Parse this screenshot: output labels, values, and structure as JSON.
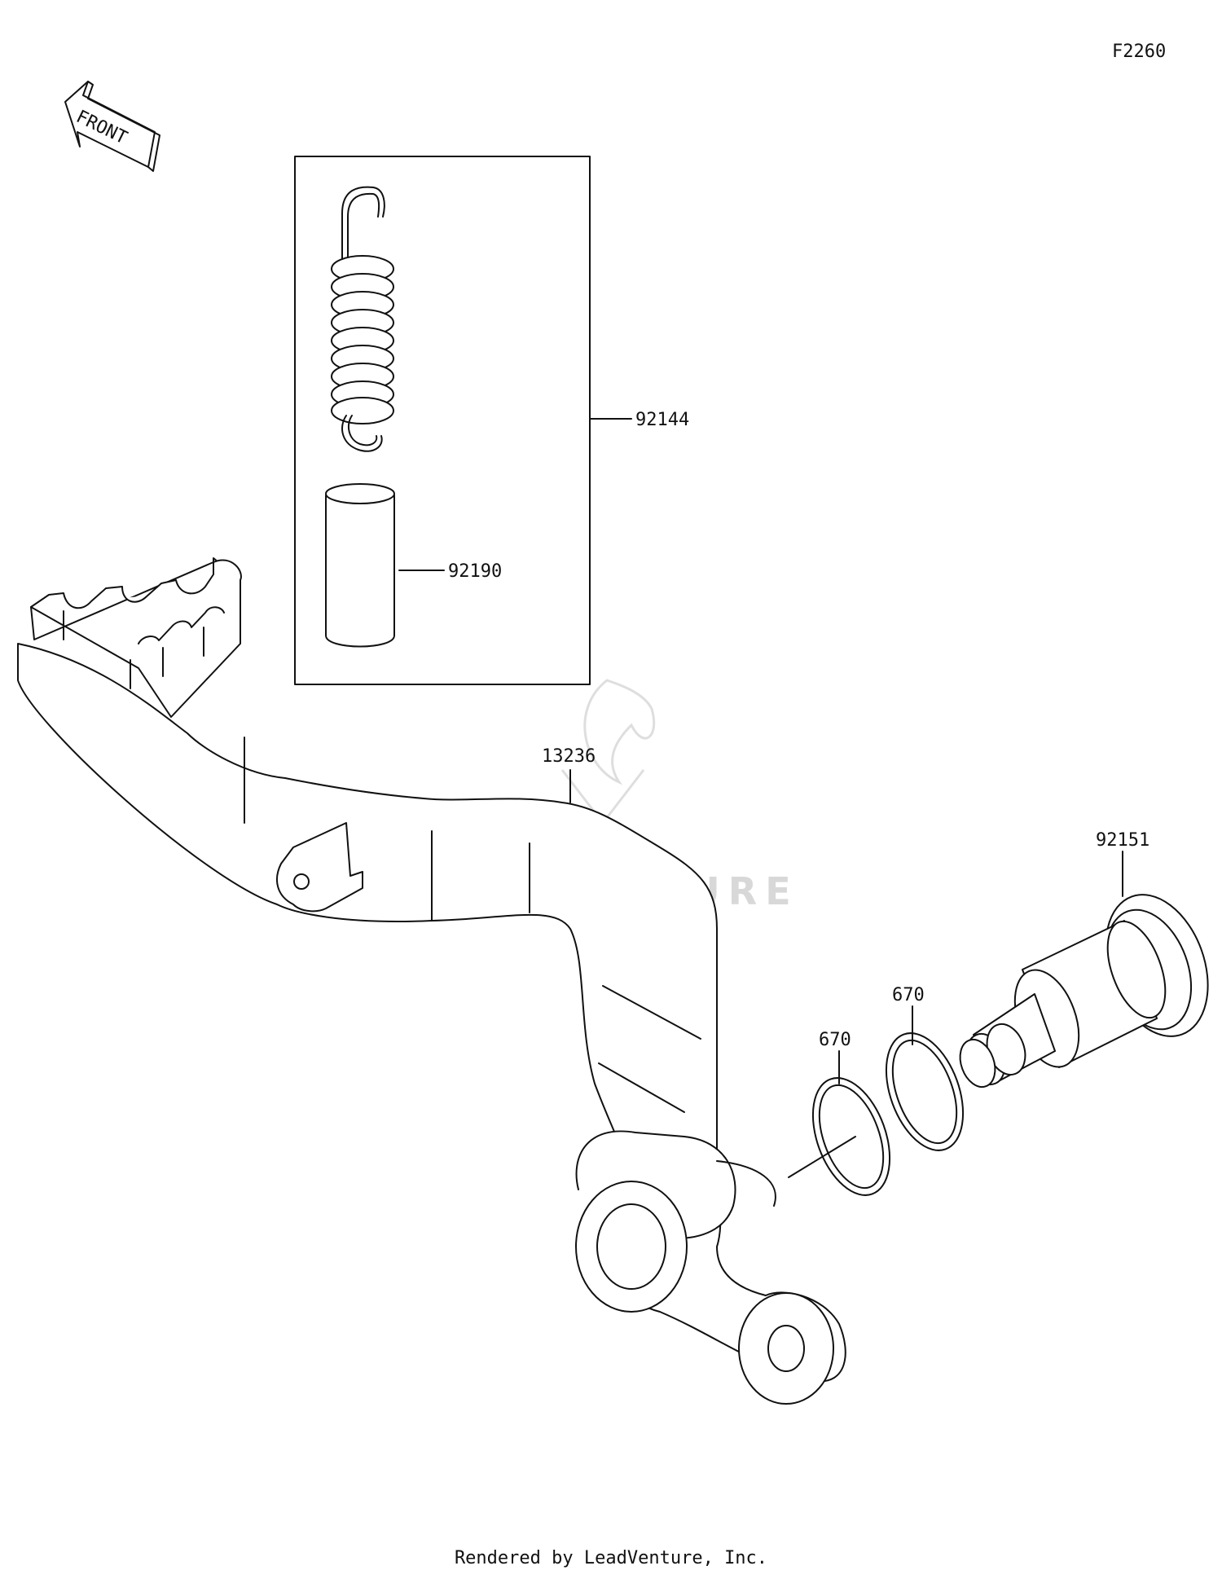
{
  "figure_code": "F2260",
  "direction_label": "FRONT",
  "watermark": "LEADVENTURE",
  "footer": "Rendered by LeadVenture, Inc.",
  "callouts": {
    "spring": "92144",
    "collar": "92190",
    "pedal": "13236",
    "shaft": "92151",
    "oring_inner": "670",
    "oring_outer": "670"
  }
}
